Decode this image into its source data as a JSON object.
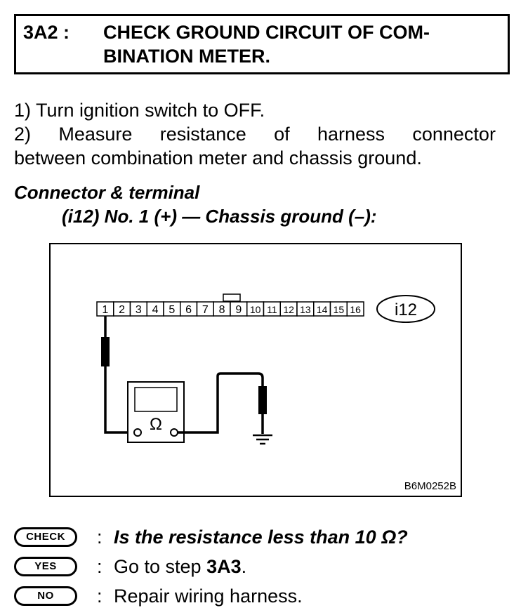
{
  "step": {
    "id": "3A2 :",
    "title": "CHECK GROUND CIRCUIT OF COM- BINATION METER."
  },
  "procedure": {
    "step1": "1)  Turn ignition switch to OFF.",
    "step2_words": [
      "2)",
      "Measure",
      "resistance",
      "of",
      "harness",
      "connector"
    ],
    "step2_cont": "between combination meter and chassis ground."
  },
  "connector_terminal": {
    "heading": "Connector & terminal",
    "spec": "(i12) No. 1 (+) — Chassis ground (–):"
  },
  "figure": {
    "connector_pins": [
      "1",
      "2",
      "3",
      "4",
      "5",
      "6",
      "7",
      "8",
      "9",
      "10",
      "11",
      "12",
      "13",
      "14",
      "15",
      "16"
    ],
    "connector_label": "i12",
    "meter_symbol": "Ω",
    "figure_code": "B6M0252B"
  },
  "check": {
    "badge": "CHECK",
    "question": "Is the resistance less than 10 Ω?"
  },
  "yes": {
    "badge": "YES",
    "text": "Go to step ",
    "target": "3A3",
    "end": "."
  },
  "no": {
    "badge": "NO",
    "text": "Repair wiring harness."
  }
}
